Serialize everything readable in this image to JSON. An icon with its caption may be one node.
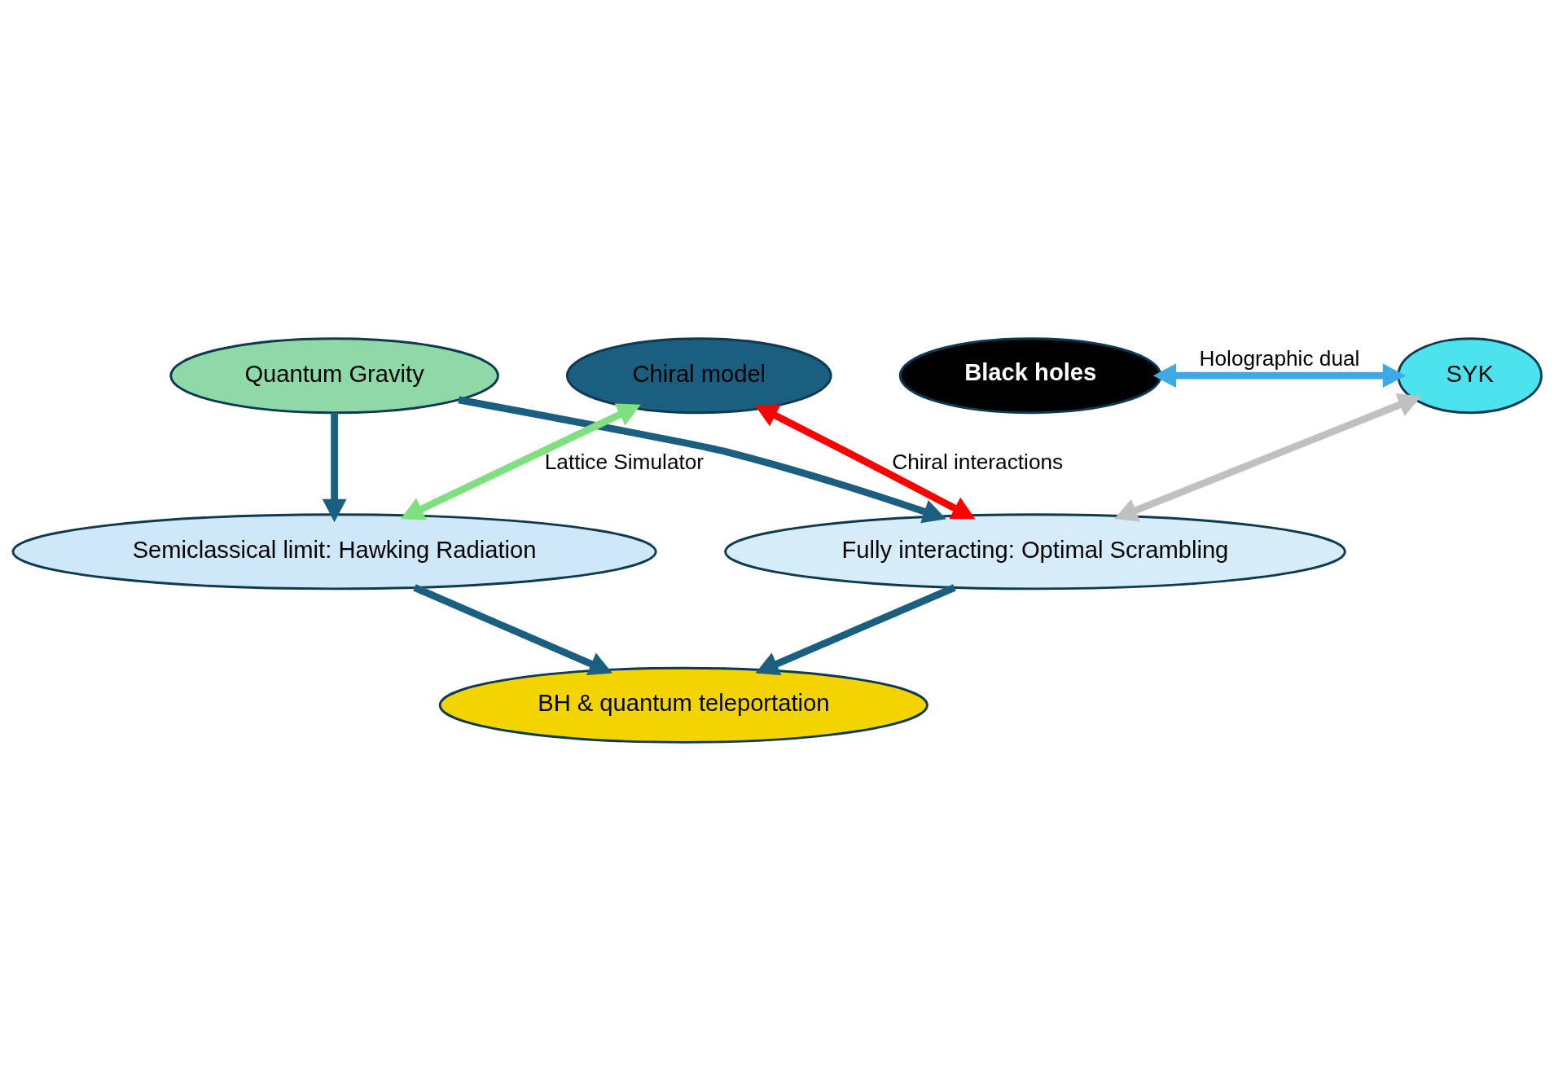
{
  "diagram": {
    "nodes": [
      {
        "text": [
          "Quantum Gravity"
        ]
      },
      {
        "text": [
          "Black holes"
        ]
      },
      {
        "text": [
          "SYK"
        ]
      },
      {
        "text": [
          "Chiral model"
        ]
      },
      {
        "text": [
          "Semiclassical limit: Hawking Radiation"
        ]
      },
      {
        "text": [
          "Fully interacting: Optimal Scrambling"
        ]
      },
      {
        "text": [
          "BH & quantum teleportation"
        ]
      }
    ],
    "edges": [
      {
        "from": 0,
        "to": 4,
        "arrow": "to"
      },
      {
        "from": 0,
        "to": 5,
        "arrow": "to"
      },
      {
        "from": 1,
        "to": 2,
        "arrow": "both",
        "label": "Holographic dual",
        "color": "#3fa9e6"
      },
      {
        "from": 2,
        "to": 5,
        "arrow": "both",
        "color": "#c0c0c0"
      },
      {
        "from": 3,
        "to": 4,
        "arrow": "both",
        "label": "Lattice Simulator",
        "color": "#80e080"
      },
      {
        "from": 3,
        "to": 5,
        "arrow": "both",
        "label": "Chiral interactions",
        "color": "#ff0000"
      },
      {
        "from": 4,
        "to": 6,
        "arrow": "to"
      },
      {
        "from": 5,
        "to": 6,
        "arrow": "to"
      }
    ]
  }
}
